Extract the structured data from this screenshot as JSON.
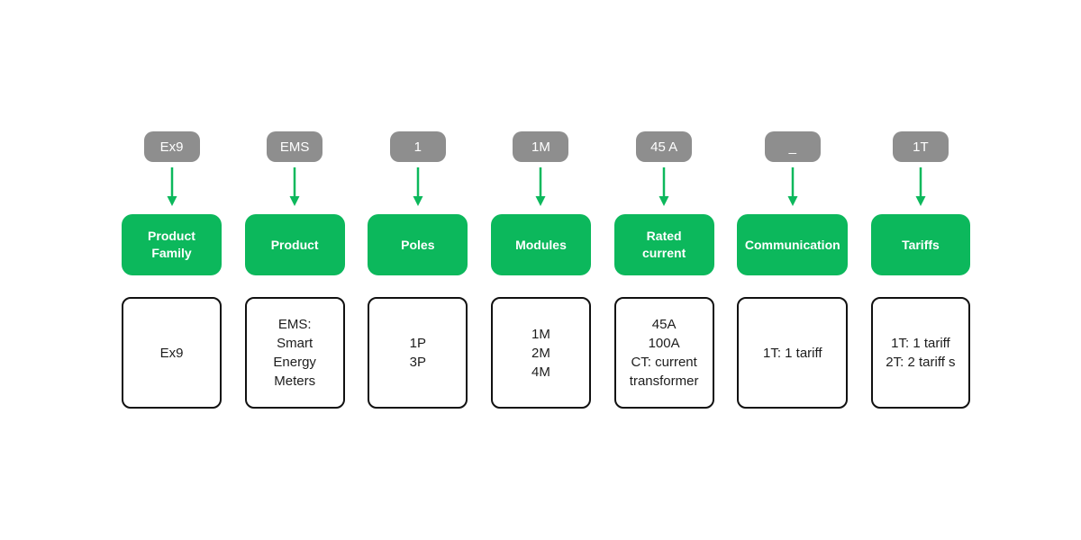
{
  "diagram": {
    "description": "Product code structure diagram",
    "colors": {
      "green": "#0cb85c",
      "badge_gray": "#8e8e8e",
      "box_border": "#111111",
      "text_dark": "#1d1d1d",
      "white": "#ffffff"
    },
    "columns": [
      {
        "code": "Ex9",
        "label_lines": [
          "Product",
          "Family"
        ],
        "option_lines": [
          "Ex9"
        ]
      },
      {
        "code": "EMS",
        "label_lines": [
          "Product"
        ],
        "option_lines": [
          "EMS:",
          "Smart",
          "Energy",
          "Meters"
        ]
      },
      {
        "code": "1",
        "label_lines": [
          "Poles"
        ],
        "option_lines": [
          "1P",
          "3P"
        ]
      },
      {
        "code": "1M",
        "label_lines": [
          "Modules"
        ],
        "option_lines": [
          "1M",
          "2M",
          "4M"
        ]
      },
      {
        "code": "45 A",
        "label_lines": [
          "Rated",
          "current"
        ],
        "option_lines": [
          "45A",
          "100A",
          "CT: current transformer"
        ]
      },
      {
        "code": "_",
        "label_lines": [
          "Communication"
        ],
        "option_lines": [
          "1T: 1 tariff"
        ]
      },
      {
        "code": "1T",
        "label_lines": [
          "Tariffs"
        ],
        "option_lines": [
          "1T: 1 tariff",
          "2T: 2 tariff s"
        ]
      }
    ]
  }
}
